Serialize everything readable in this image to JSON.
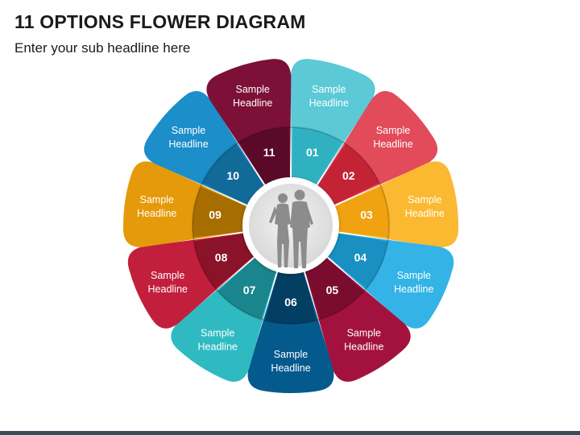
{
  "header": {
    "title": "11 OPTIONS FLOWER DIAGRAM",
    "subtitle": "Enter your sub headline here"
  },
  "center": {
    "icon": "business-people-icon"
  },
  "petals": [
    {
      "number": "01",
      "line1": "Sample",
      "line2": "Headline",
      "color": "#5bc9d6",
      "inner_color": "#2fb1c2"
    },
    {
      "number": "02",
      "line1": "Sample",
      "line2": "Headline",
      "color": "#e24b5a",
      "inner_color": "#c42336"
    },
    {
      "number": "03",
      "line1": "Sample",
      "line2": "Headline",
      "color": "#fbb931",
      "inner_color": "#f0a211"
    },
    {
      "number": "04",
      "line1": "Sample",
      "line2": "Headline",
      "color": "#33b3e6",
      "inner_color": "#1891c2"
    },
    {
      "number": "05",
      "line1": "Sample",
      "line2": "Headline",
      "color": "#a3123e",
      "inner_color": "#7a0d2f"
    },
    {
      "number": "06",
      "line1": "Sample",
      "line2": "Headline",
      "color": "#045a8d",
      "inner_color": "#033f63"
    },
    {
      "number": "07",
      "line1": "Sample",
      "line2": "Headline",
      "color": "#2fbac2",
      "inner_color": "#1a858c"
    },
    {
      "number": "08",
      "line1": "Sample",
      "line2": "Headline",
      "color": "#c21f3c",
      "inner_color": "#8a1229"
    },
    {
      "number": "09",
      "line1": "Sample",
      "line2": "Headline",
      "color": "#e59a0b",
      "inner_color": "#a86d00"
    },
    {
      "number": "10",
      "line1": "Sample",
      "line2": "Headline",
      "color": "#1c8ec9",
      "inner_color": "#126a99"
    },
    {
      "number": "11",
      "line1": "Sample",
      "line2": "Headline",
      "color": "#7c1036",
      "inner_color": "#5a0a27"
    }
  ]
}
